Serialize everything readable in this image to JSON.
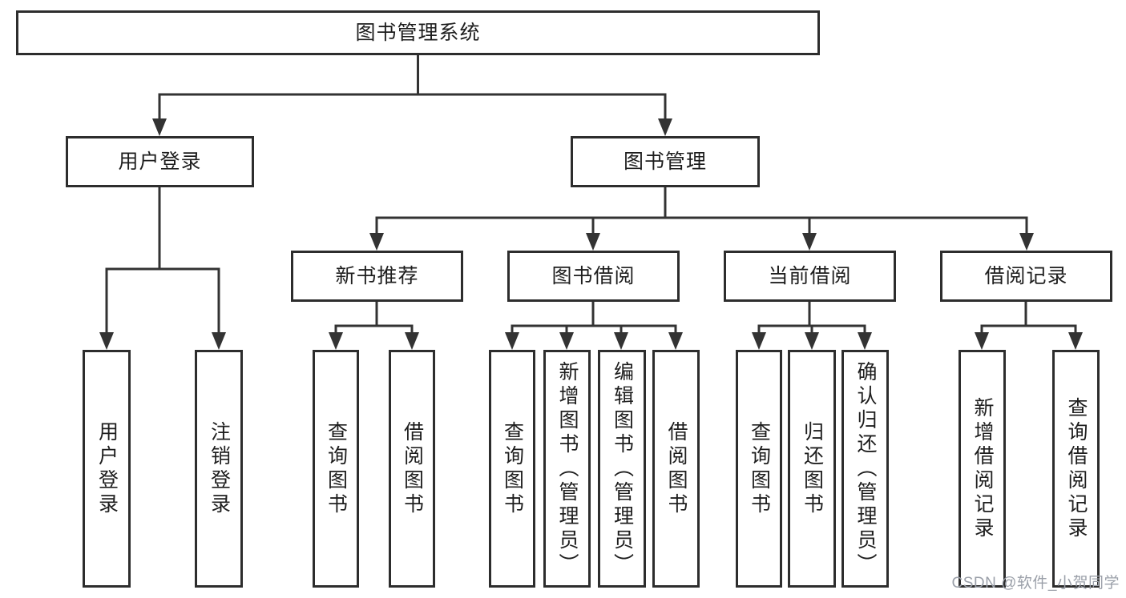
{
  "title": "图书管理系统",
  "watermark": "CSDN @软件_小贺同学",
  "colors": {
    "background": "#ffffff",
    "box_border": "#2d2d2d",
    "connector_line": "#333333",
    "text": "#1e1e1e",
    "watermark_text": "#9ba0a9"
  },
  "tree": {
    "label": "图书管理系统",
    "children": [
      {
        "label": "用户登录",
        "children": [
          {
            "label": "用户登录"
          },
          {
            "label": "注销登录"
          }
        ]
      },
      {
        "label": "图书管理",
        "children": [
          {
            "label": "新书推荐",
            "children": [
              {
                "label": "查询图书"
              },
              {
                "label": "借阅图书"
              }
            ]
          },
          {
            "label": "图书借阅",
            "children": [
              {
                "label": "查询图书"
              },
              {
                "label": "新增图书（管理员）"
              },
              {
                "label": "编辑图书（管理员）"
              },
              {
                "label": "借阅图书"
              }
            ]
          },
          {
            "label": "当前借阅",
            "children": [
              {
                "label": "查询图书"
              },
              {
                "label": "归还图书"
              },
              {
                "label": "确认归还（管理员）"
              }
            ]
          },
          {
            "label": "借阅记录",
            "children": [
              {
                "label": "新增借阅记录"
              },
              {
                "label": "查询借阅记录"
              }
            ]
          }
        ]
      }
    ]
  }
}
